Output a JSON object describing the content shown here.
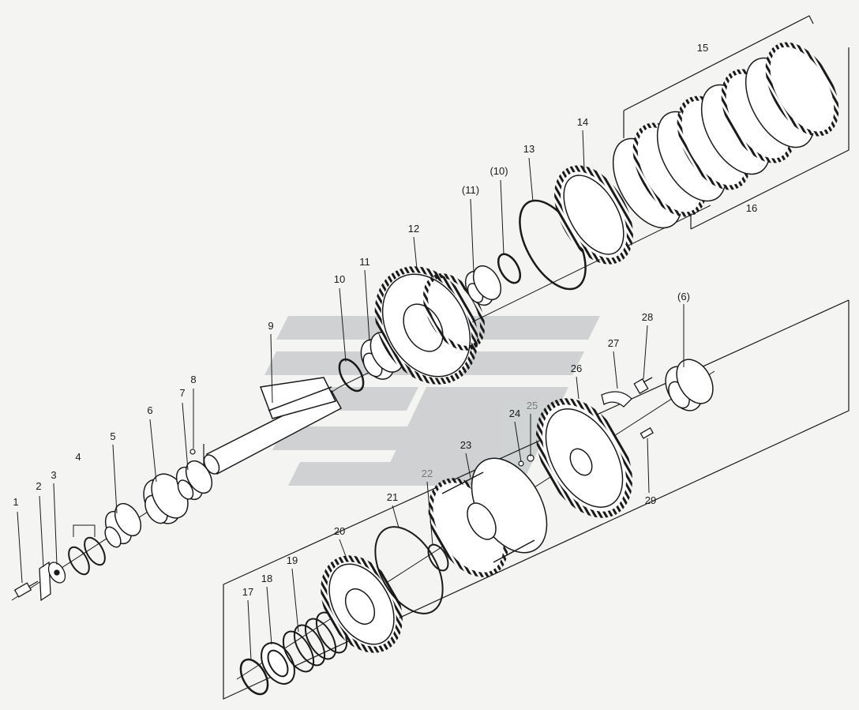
{
  "diagram": {
    "labels": {
      "p1": "1",
      "p2": "2",
      "p3": "3",
      "p4": "4",
      "p5": "5",
      "p6": "6",
      "p7": "7",
      "p8": "8",
      "p9": "9",
      "p10": "10",
      "p11": "11",
      "p12": "12",
      "p10b": "(10)",
      "p11b": "(11)",
      "p13": "13",
      "p14": "14",
      "p15": "15",
      "p16": "16",
      "p17": "17",
      "p18": "18",
      "p19": "19",
      "p20": "20",
      "p21": "21",
      "p22": "22",
      "p23": "23",
      "p24": "24",
      "p25": "25",
      "p26": "26",
      "p27": "27",
      "p28": "28",
      "p6b": "(6)",
      "p29": "29"
    },
    "colors": {
      "line": "#1a1a1a",
      "watermark": "#c9ccce",
      "background": "#f4f4f2"
    }
  }
}
